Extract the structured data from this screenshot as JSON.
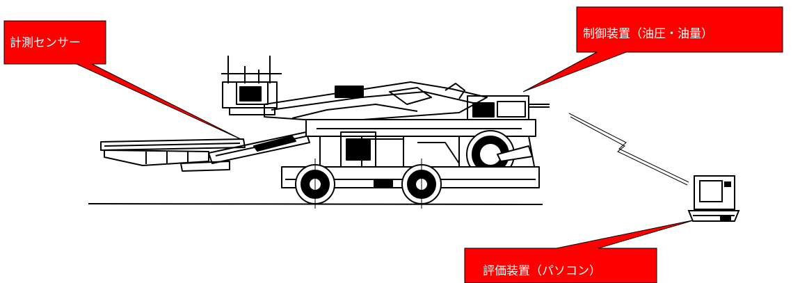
{
  "callouts": {
    "sensor": "計測センサー",
    "control": "制御装置（油圧・油量）",
    "evaluation": "評価装置（パソコン）"
  },
  "colors": {
    "callout_fill": "#ff0000",
    "callout_stroke": "#000000",
    "callout_text": "#ffffff",
    "line": "#000000",
    "background": "#ffffff"
  },
  "icons": [
    "drill-jumbo-machine-icon",
    "laptop-computer-icon",
    "wireless-link-icon"
  ]
}
